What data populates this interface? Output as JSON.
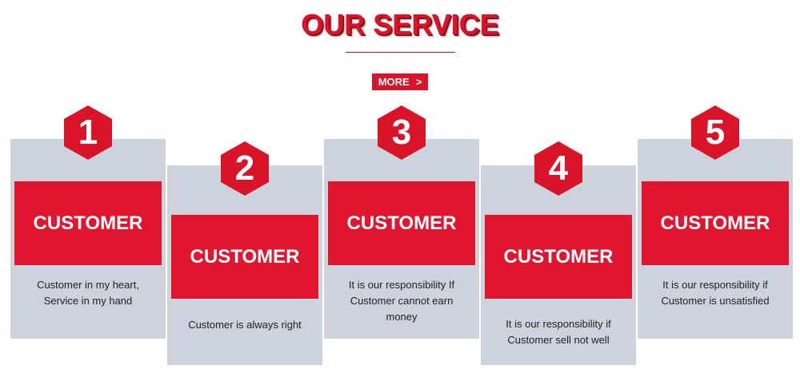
{
  "header": {
    "title": "OUR SERVICE",
    "more_label": "MORE",
    "more_icon": "chevron-right-icon",
    "more_glyph": ">"
  },
  "colors": {
    "accent": "#d91428",
    "panel": "#e0162f",
    "card_bg": "#ccd3dc"
  },
  "cards": [
    {
      "number": "1",
      "title": "CUSTOMER",
      "desc": [
        "Customer in my heart,",
        "Service in my hand"
      ]
    },
    {
      "number": "2",
      "title": "CUSTOMER",
      "desc": [
        "Customer is always right"
      ]
    },
    {
      "number": "3",
      "title": "CUSTOMER",
      "desc": [
        "It is our responsibility If",
        "Customer cannot earn",
        "money"
      ]
    },
    {
      "number": "4",
      "title": "CUSTOMER",
      "desc": [
        "It is our responsibility if",
        "Customer sell not well"
      ]
    },
    {
      "number": "5",
      "title": "CUSTOMER",
      "desc": [
        "It is our responsibility if",
        "Customer is unsatisfied"
      ]
    }
  ]
}
